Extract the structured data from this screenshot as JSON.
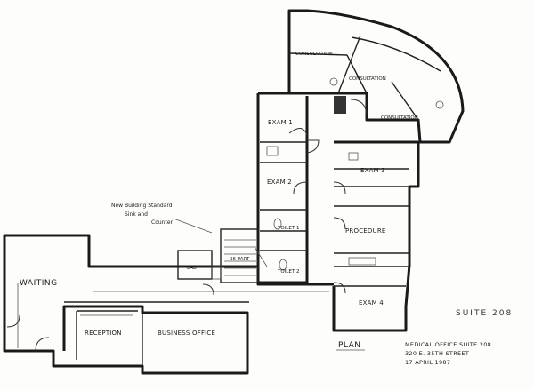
{
  "rooms": {
    "consultation_1": "CONSULTATION",
    "consultation_2": "CONSULTATION",
    "consultation_3": "CONSULTATION",
    "exam_1": "EXAM 1",
    "exam_2": "EXAM 2",
    "exam_3": "EXAM 3",
    "exam_4": "EXAM 4",
    "procedure": "PROCEDURE",
    "toilet_1": "TOILET 1",
    "toilet_2": "TOILET 2",
    "lab": "LAB",
    "stair": "36 PART",
    "waiting": "WAITING",
    "reception": "RECEPTION",
    "business_office": "BUSINESS OFFICE"
  },
  "annotations": {
    "sink_note_line1": "New Building Standard",
    "sink_note_line2": "Sink and",
    "sink_note_line3": "Counter"
  },
  "drawing_label": "PLAN",
  "title_block": {
    "line1": "MEDICAL OFFICE SUITE 208",
    "line2": "320 E. 35TH STREET",
    "line3": "17 APRIL 1987"
  },
  "suite_tag": "SUITE 208"
}
